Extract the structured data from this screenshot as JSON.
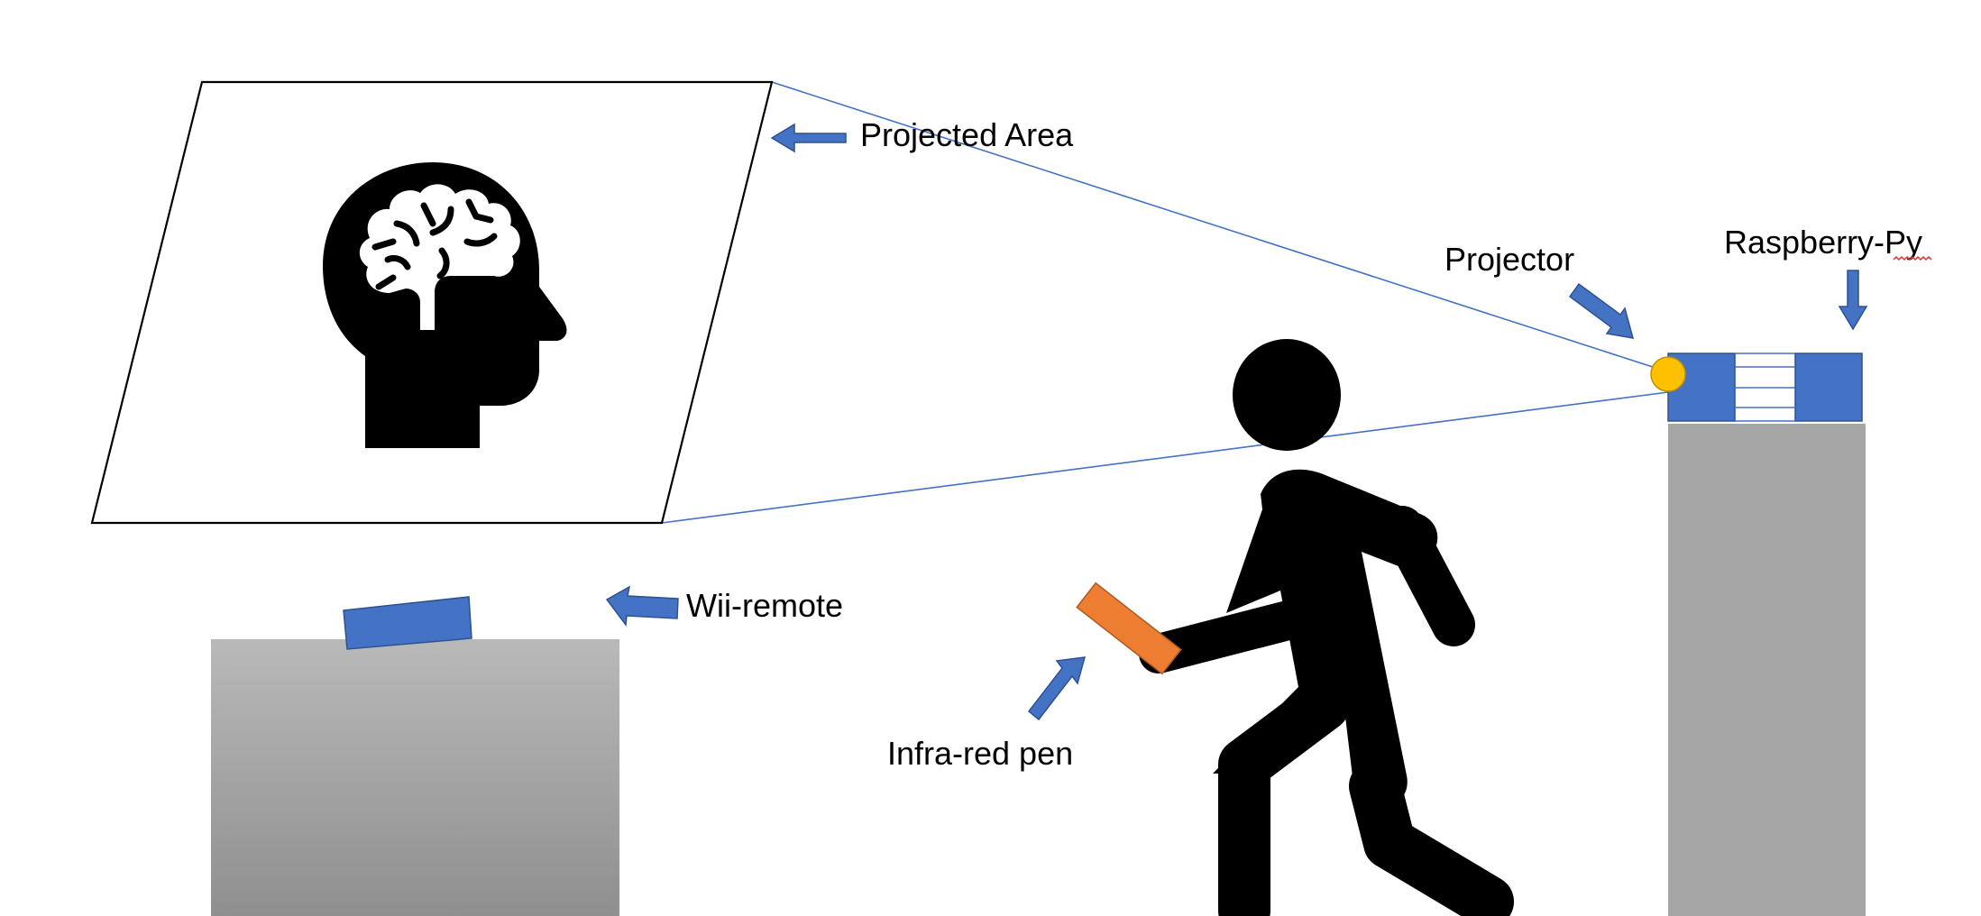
{
  "labels": {
    "projected_area": "Projected Area",
    "projector": "Projector",
    "raspberry": "Raspberry-Py",
    "wii_remote": "Wii-remote",
    "ir_pen": "Infra-red pen"
  },
  "colors": {
    "blue": "#4472C4",
    "blue_dark": "#2F528F",
    "orange": "#ED7D31",
    "orange_dark": "#AE5A21",
    "yellow": "#FFC000",
    "yellow_dark": "#BF9000",
    "gray": "#A6A6A6",
    "gray_light": "#B8B8B8",
    "gray_dark": "#8C8C8C",
    "black": "#000000",
    "beam": "#4472C4"
  },
  "icons": {
    "head": "brain-head-icon",
    "person": "walking-person-icon"
  }
}
